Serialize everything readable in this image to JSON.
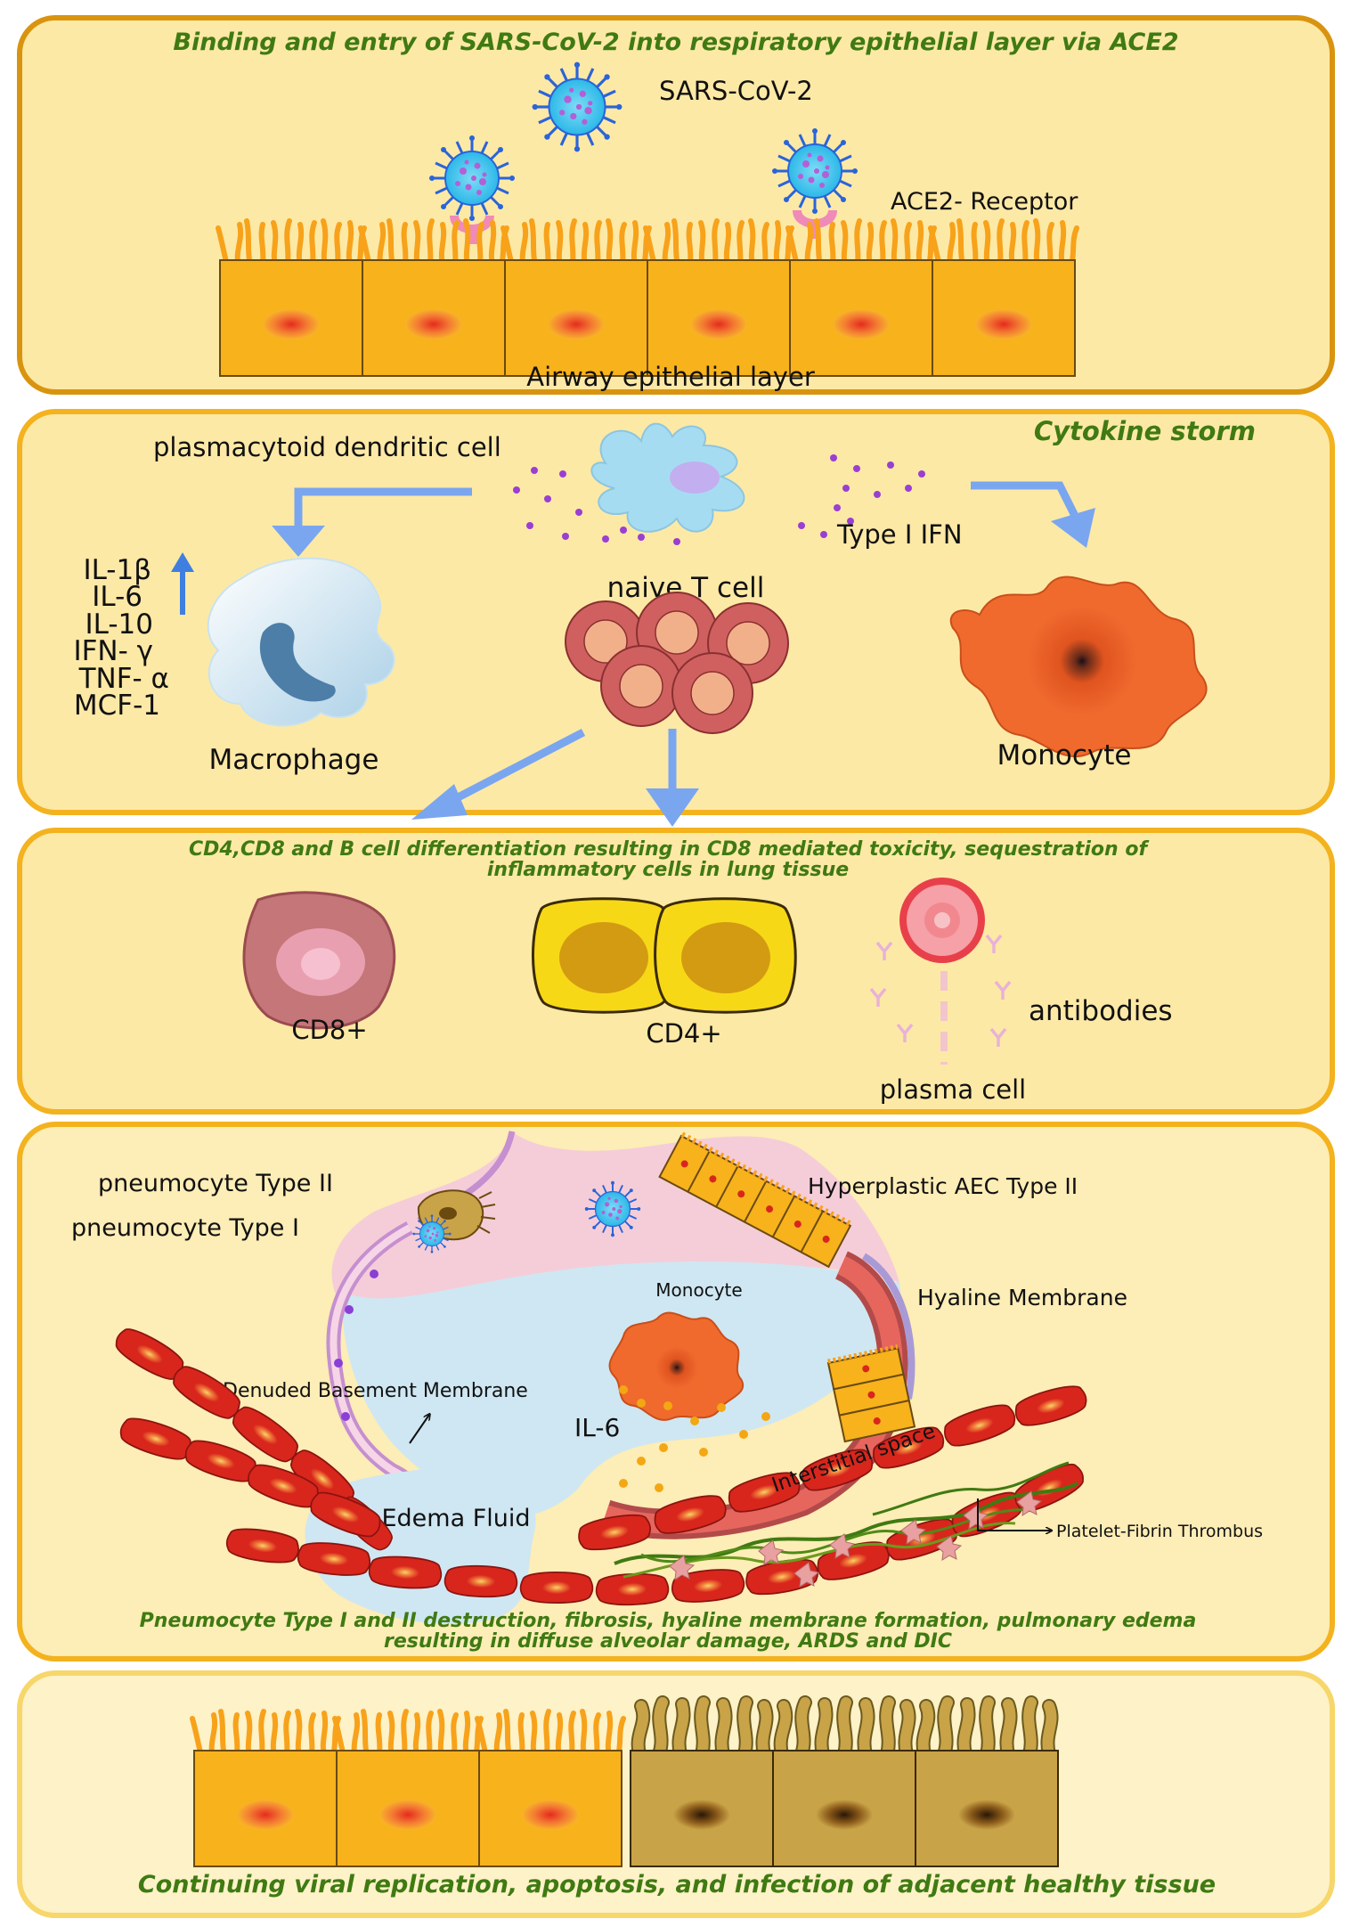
{
  "panels": [
    {
      "title": "Binding and entry of SARS-CoV-2 into respiratory epithelial layer via ACE2",
      "labels": {
        "virus": "SARS-CoV-2",
        "receptor": "ACE2- Receptor",
        "layer": "Airway epithelial layer"
      }
    },
    {
      "title": "Cytokine storm",
      "labels": {
        "pdc": "plasmacytoid dendritic cell",
        "ifn": "Type I IFN",
        "naive": "naive T cell",
        "macrophage": "Macrophage",
        "monocyte": "Monocyte"
      },
      "cytokines": [
        "IL-1β",
        "IL-6",
        "IL-10",
        "IFN- γ",
        "TNF- α",
        "MCF-1"
      ]
    },
    {
      "title_lines": [
        "CD4,CD8 and B cell differentiation resulting in CD8 mediated toxicity, sequestration of",
        "inflammatory cells in lung tissue"
      ],
      "labels": {
        "cd8": "CD8+",
        "cd4": "CD4+",
        "antibodies": "antibodies",
        "plasma": "plasma cell"
      }
    },
    {
      "labels": {
        "pn2": "pneumocyte Type II",
        "pn1": "pneumocyte Type I",
        "hyperplastic": "Hyperplastic AEC Type II",
        "hyaline": "Hyaline Membrane",
        "monocyte": "Monocyte",
        "denuded": "Denuded Basement Membrane",
        "il6": "IL-6",
        "interstitial": "Interstitial space",
        "edema": "Edema Fluid",
        "thrombus": "Platelet-Fibrin Thrombus"
      },
      "title_lines": [
        "Pneumocyte Type I and II destruction, fibrosis, hyaline membrane formation, pulmonary edema",
        "resulting in diffuse alveolar damage, ARDS and DIC"
      ]
    },
    {
      "title": "Continuing viral replication, apoptosis, and infection of adjacent healthy tissue"
    }
  ],
  "colors": {
    "panel_fill": "#fde9a6",
    "panel_stroke": "#d9940f",
    "title": "#3f7a12",
    "arrow": "#7aa6f0",
    "epithelial": "#f7b21c",
    "infected": "#c9a347",
    "rbc": "#d8261d"
  }
}
